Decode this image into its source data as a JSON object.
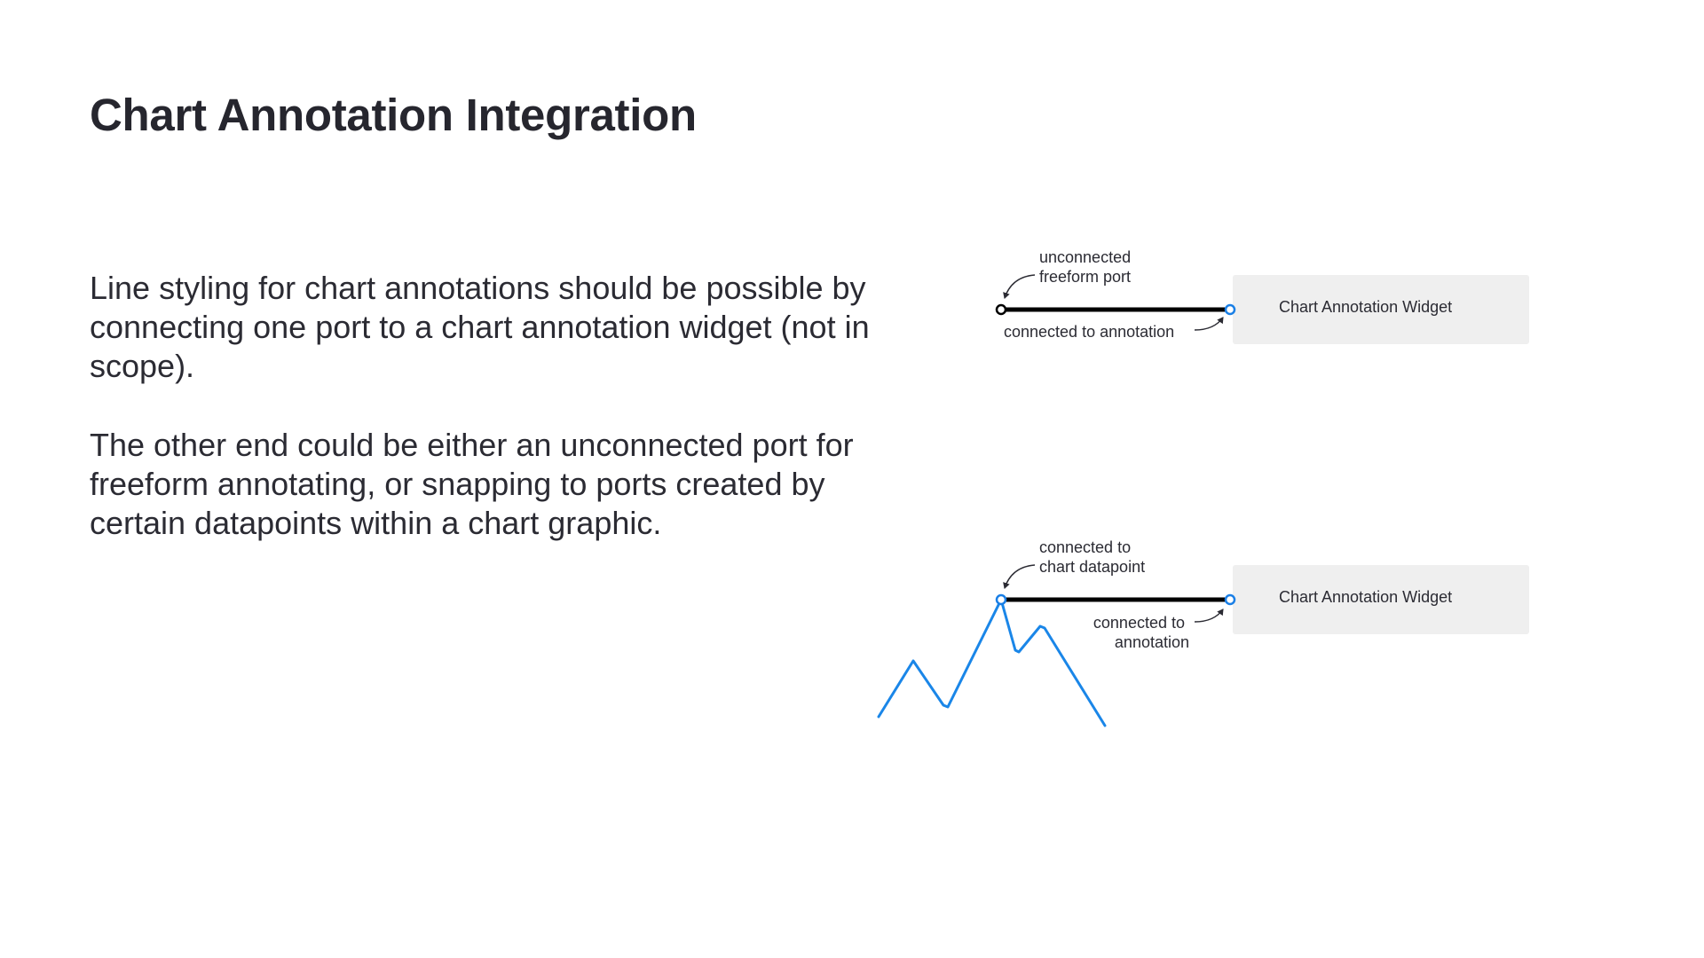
{
  "slide": {
    "title": "Chart Annotation Integration",
    "paragraphs": [
      "Line styling for chart annotations should be possible by connecting one port to a chart annotation widget (not in scope).",
      "The other end could be either an unconnected port for freeform annotating, or snapping to ports created by certain datapoints within a chart graphic."
    ]
  },
  "diagram": {
    "top": {
      "widget_label": "Chart Annotation Widget",
      "port_label_lines": [
        "unconnected",
        "freeform port"
      ],
      "annotation_label_lines": [
        "connected to annotation"
      ]
    },
    "bottom": {
      "widget_label": "Chart Annotation Widget",
      "port_label_lines": [
        "connected to",
        "chart datapoint"
      ],
      "annotation_label_lines": [
        "connected to",
        "annotation"
      ]
    }
  },
  "colors": {
    "text": "#2b2b33",
    "line": "#000000",
    "port_accent": "#1a7fe6",
    "chart_line": "#1a86e8",
    "widget_fill": "#efefef"
  }
}
